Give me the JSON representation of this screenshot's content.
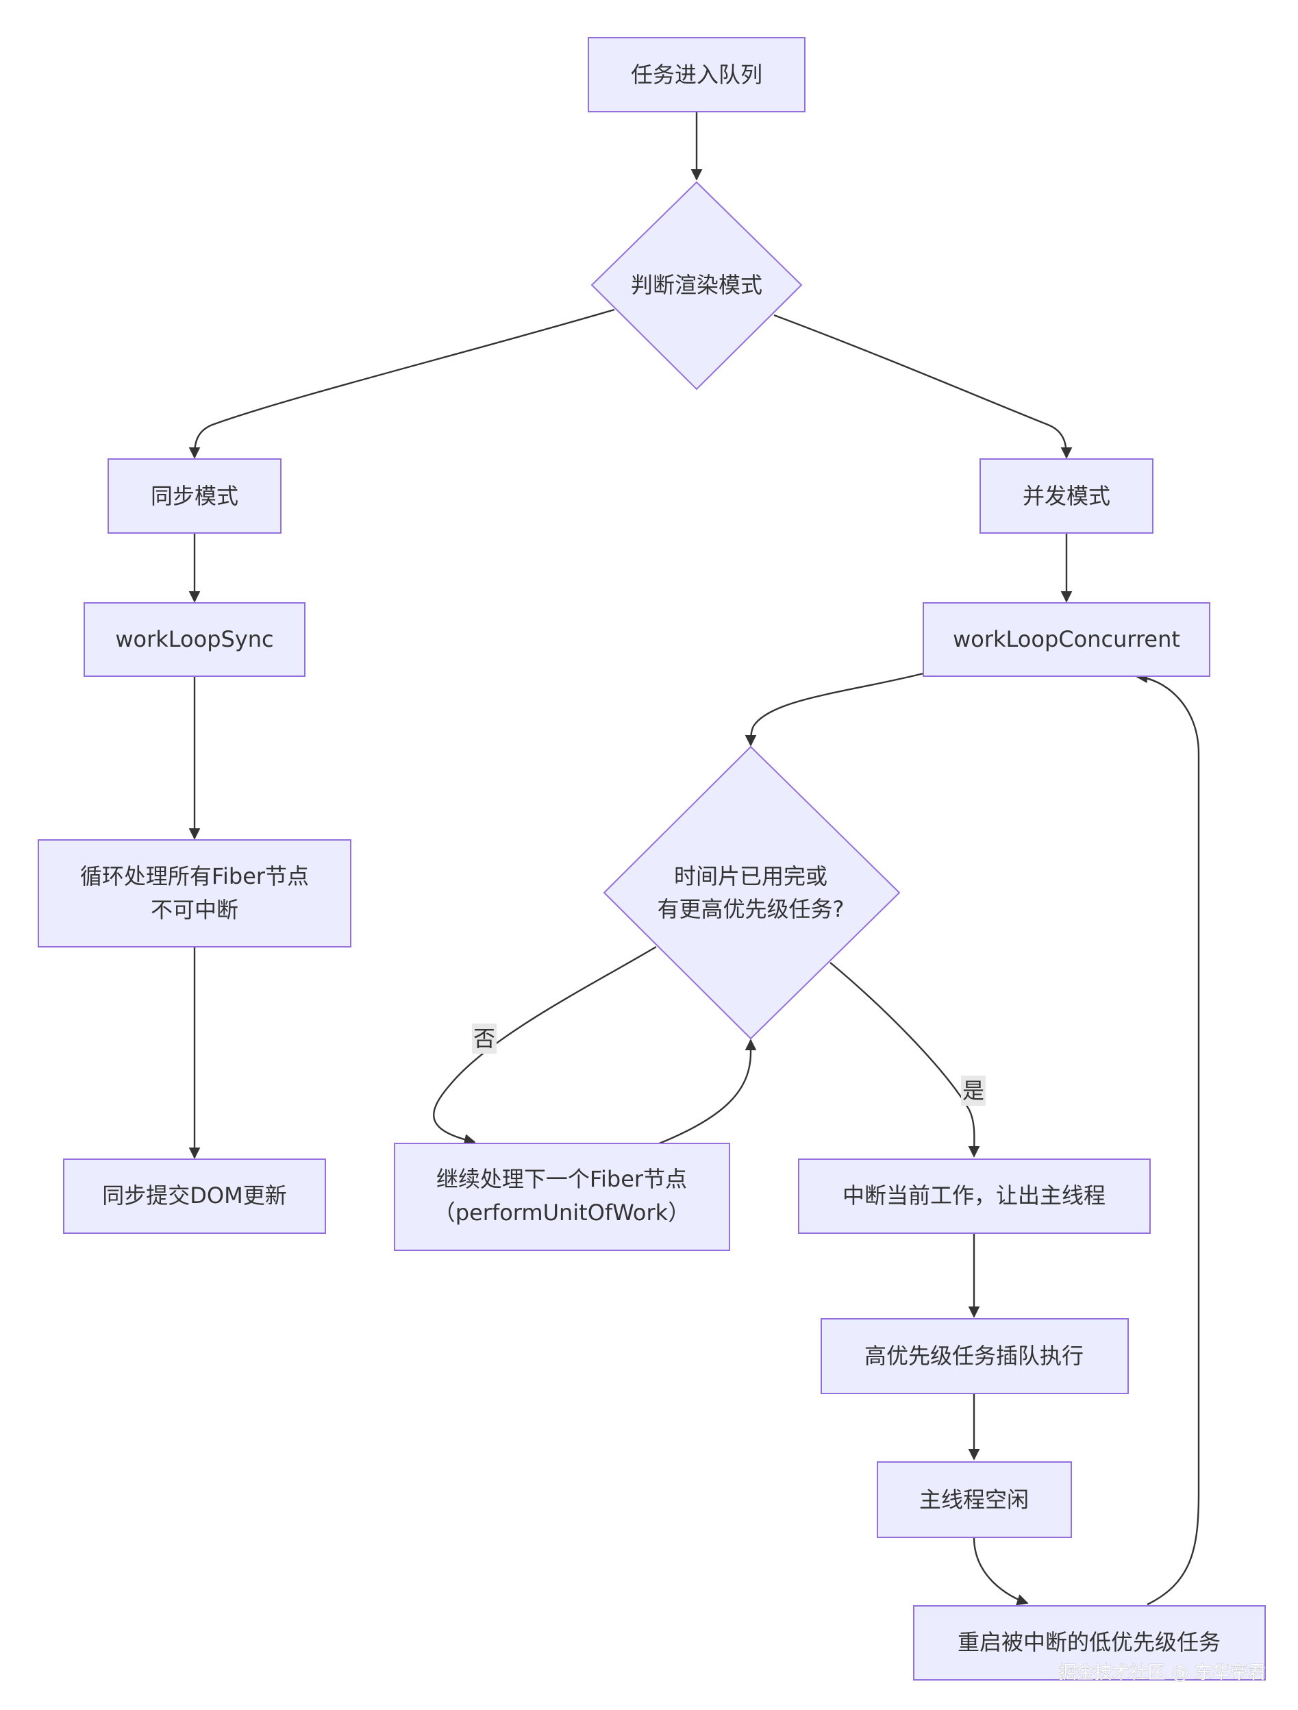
{
  "nodes": {
    "enqueue": "任务进入队列",
    "decide_mode": "判断渲染模式",
    "sync_mode": "同步模式",
    "concurrent_mode": "并发模式",
    "work_loop_sync": "workLoopSync",
    "work_loop_concurrent": "workLoopConcurrent",
    "loop_all_line1": "循环处理所有Fiber节点",
    "loop_all_line2": "不可中断",
    "commit_sync": "同步提交DOM更新",
    "timeslice_line1": "时间片已用完或",
    "timeslice_line2": "有更高优先级任务?",
    "continue_line1": "继续处理下一个Fiber节点",
    "continue_line2": "（performUnitOfWork）",
    "interrupt": "中断当前工作，让出主线程",
    "high_priority": "高优先级任务插队执行",
    "main_idle": "主线程空闲",
    "restart": "重启被中断的低优先级任务"
  },
  "edge_labels": {
    "no": "否",
    "yes": "是"
  },
  "watermark": "掘金技术社区 @ 东华帝君",
  "colors": {
    "node_fill": "#ECECFF",
    "node_stroke": "#9370DB",
    "edge": "#333333",
    "label_bg": "#e8e8e8"
  }
}
